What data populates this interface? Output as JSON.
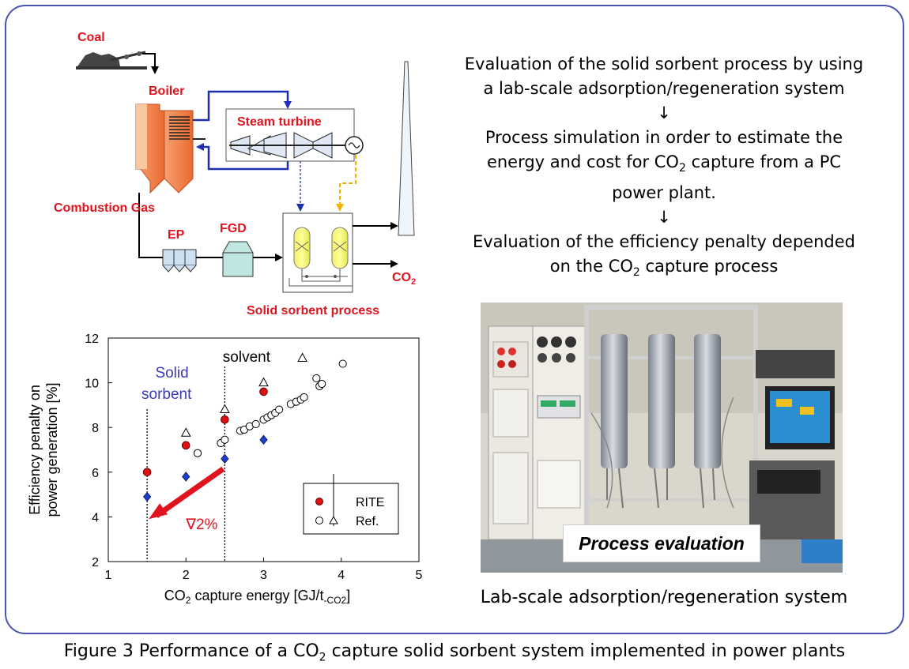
{
  "process_diagram": {
    "coal": "Coal",
    "boiler": "Boiler",
    "steam_turbine": "Steam turbine",
    "combustion_gas": "Combustion Gas",
    "ep": "EP",
    "fgd": "FGD",
    "co2": "CO",
    "co2_sub": "2",
    "solid_sorbent_process": "Solid sorbent process"
  },
  "flow": {
    "step1_line1": "Evaluation of the solid sorbent process by using",
    "step1_line2": "a lab-scale adsorption/regeneration system",
    "arrow": "↓",
    "step2_line1": "Process simulation in order to estimate the",
    "step2_line2a": "energy and cost for CO",
    "step2_sub": "2",
    "step2_line2b": " capture from a PC",
    "step2_line3": "power plant.",
    "step3_line1": "Evaluation of the efficiency penalty depended",
    "step3_line2a": "on the CO",
    "step3_sub": "2",
    "step3_line2b": " capture process"
  },
  "photo": {
    "overlay_label": "Process evaluation",
    "caption": "Lab-scale adsorption/regeneration system"
  },
  "figure_caption": {
    "part1": "Figure 3  Performance of a CO",
    "sub": "2",
    "part2": " capture solid sorbent system implemented in power plants"
  },
  "chart_data": {
    "type": "scatter",
    "xlabel": "CO",
    "xlabel_sub": "2",
    "xlabel_rest": " capture energy [GJ/t",
    "xlabel_unit_sub": "-CO2",
    "xlabel_end": "]",
    "ylabel_line1": "Efficiency penalty on",
    "ylabel_line2": "power generation [%]",
    "xlim": [
      1,
      5
    ],
    "ylim": [
      2,
      12
    ],
    "x_ticks": [
      "1",
      "2",
      "3",
      "4",
      "5"
    ],
    "y_ticks": [
      "2",
      "4",
      "6",
      "8",
      "10",
      "12"
    ],
    "grid": false,
    "annotations": {
      "solid_sorbent_line1": "Solid",
      "solid_sorbent_line2": "sorbent",
      "solvent": "solvent",
      "reduction": "∇2%",
      "vline_solid_x": 1.5,
      "vline_solvent_x": 2.5
    },
    "legend": {
      "position": "bottom-right",
      "rite": "RITE",
      "ref": "Ref."
    },
    "series": [
      {
        "name": "RITE",
        "marker": "circle-red",
        "x": [
          1.5,
          2.0,
          2.5,
          3.0
        ],
        "y": [
          6.0,
          7.2,
          8.35,
          9.6
        ]
      },
      {
        "name": "RITE",
        "marker": "diamond-blue",
        "x": [
          1.5,
          2.0,
          2.5,
          3.0
        ],
        "y": [
          4.9,
          5.8,
          6.6,
          7.45
        ]
      },
      {
        "name": "Ref.",
        "marker": "triangle-open",
        "x": [
          2.0,
          2.5,
          3.0,
          3.5
        ],
        "y": [
          7.75,
          8.8,
          10.0,
          11.1
        ]
      },
      {
        "name": "Ref.",
        "marker": "circle-open",
        "x": [
          2.15,
          2.45,
          2.5,
          2.7,
          2.75,
          2.82,
          2.9,
          3.0,
          3.05,
          3.1,
          3.15,
          3.2,
          3.35,
          3.42,
          3.48,
          3.52,
          3.68,
          3.72,
          3.75,
          4.02
        ],
        "y": [
          6.85,
          7.3,
          7.45,
          7.85,
          7.9,
          8.05,
          8.15,
          8.35,
          8.45,
          8.55,
          8.65,
          8.8,
          9.05,
          9.15,
          9.25,
          9.35,
          10.2,
          9.85,
          9.95,
          10.85
        ]
      }
    ]
  },
  "colors": {
    "frame": "#4b52b0",
    "red": "#e0141e",
    "blue": "#1c2fb0",
    "diamond": "#1f3ec8",
    "sorbent_label": "#3a3ab8"
  }
}
